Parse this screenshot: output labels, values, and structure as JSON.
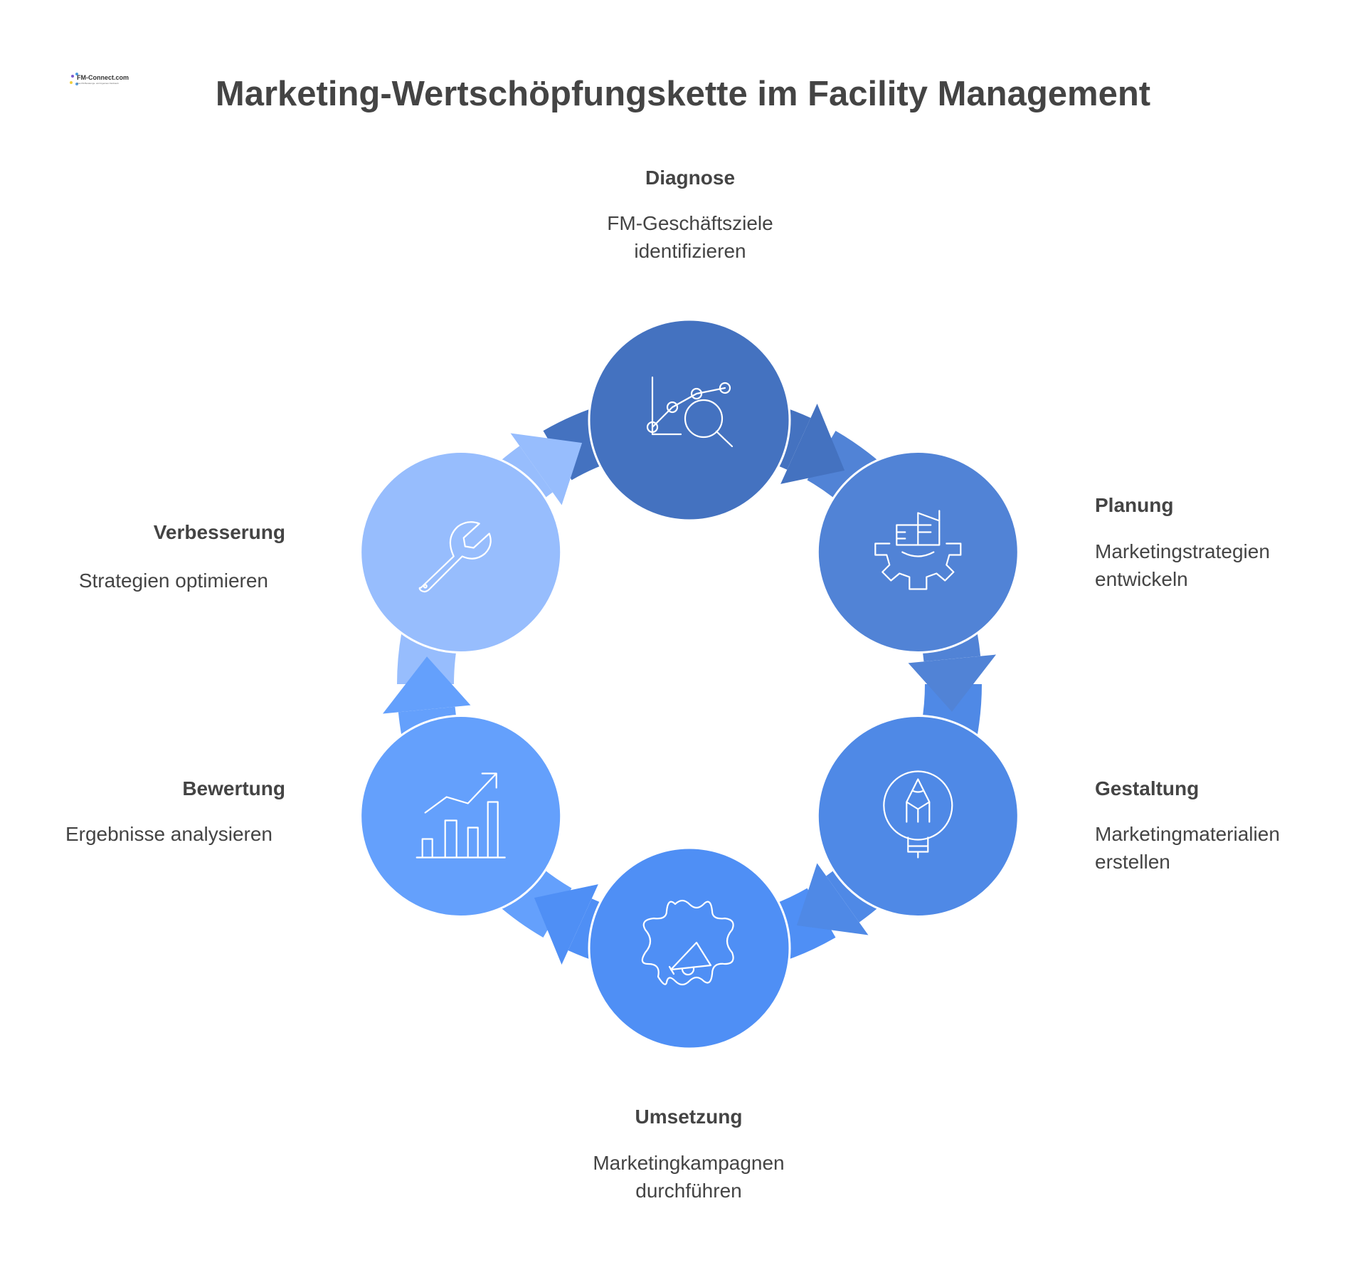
{
  "title": "Marketing-Wertschöpfungskette im Facility Management",
  "logo": {
    "text": "FM-Connect.com",
    "subtitle": "Das FM Beratungs- und Ingenieur-Netzwerk"
  },
  "steps": [
    {
      "label": "Diagnose",
      "line1": "FM-Geschäftsziele",
      "line2": "identifizieren",
      "color": "#4472C0",
      "icon": "chart-search-icon"
    },
    {
      "label": "Planung",
      "line1": "Marketingstrategien",
      "line2": "entwickeln",
      "color": "#5183D6",
      "icon": "gear-building-icon"
    },
    {
      "label": "Gestaltung",
      "line1": "Marketingmaterialien",
      "line2": "erstellen",
      "color": "#4F89E6",
      "icon": "lightbulb-pencil-icon"
    },
    {
      "label": "Umsetzung",
      "line1": "Marketingkampagnen",
      "line2": "durchführen",
      "color": "#4F8FF5",
      "icon": "megaphone-gear-icon"
    },
    {
      "label": "Bewertung",
      "line1": "Ergebnisse analysieren",
      "line2": "",
      "color": "#64A0FC",
      "icon": "bar-chart-growth-icon"
    },
    {
      "label": "Verbesserung",
      "line1": "Strategien optimieren",
      "line2": "",
      "color": "#97BDFD",
      "icon": "wrench-icon"
    }
  ]
}
